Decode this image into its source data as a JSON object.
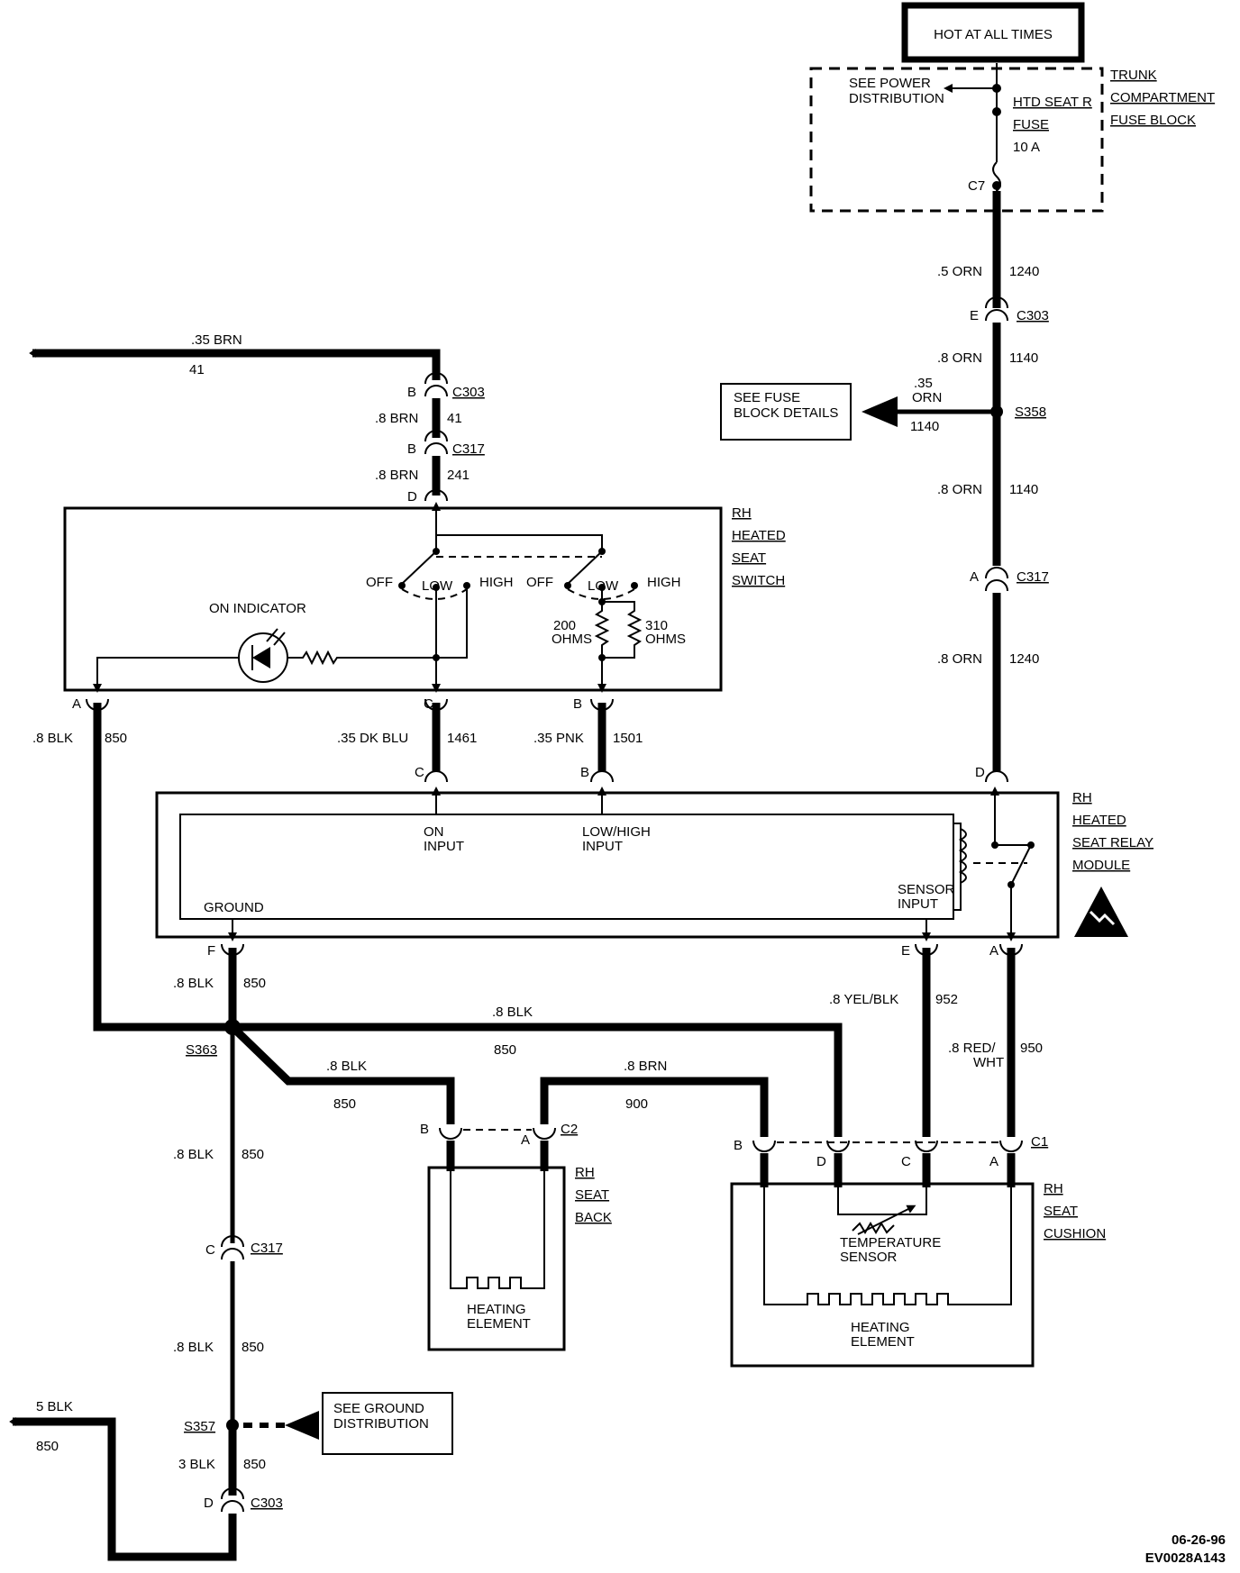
{
  "labels": {
    "hot": "HOT AT ALL TIMES",
    "trunk": [
      "TRUNK",
      "COMPARTMENT",
      "FUSE BLOCK"
    ],
    "see_power": [
      "SEE POWER",
      "DISTRIBUTION"
    ],
    "fuse": [
      "HTD SEAT R",
      "FUSE",
      "10 A"
    ],
    "c7": "C7",
    "see_fuse": [
      "SEE FUSE",
      "BLOCK DETAILS"
    ],
    "see_ground": [
      "SEE GROUND",
      "DISTRIBUTION"
    ],
    "switch": [
      "RH",
      "HEATED",
      "SEAT",
      "SWITCH"
    ],
    "relay": [
      "RH",
      "HEATED",
      "SEAT RELAY",
      "MODULE"
    ],
    "on_indicator": "ON INDICATOR",
    "off": "OFF",
    "low": "LOW",
    "high": "HIGH",
    "r200": [
      "200",
      "OHMS"
    ],
    "r310": [
      "310",
      "OHMS"
    ],
    "on_input": [
      "ON",
      "INPUT"
    ],
    "lowhigh_input": [
      "LOW/HIGH",
      "INPUT"
    ],
    "ground": "GROUND",
    "sensor_input": [
      "SENSOR",
      "INPUT"
    ],
    "seat_back": [
      "RH",
      "SEAT",
      "BACK"
    ],
    "seat_cushion": [
      "RH",
      "SEAT",
      "CUSHION"
    ],
    "heating_element": [
      "HEATING",
      "ELEMENT"
    ],
    "temp_sensor": [
      "TEMPERATURE",
      "SENSOR"
    ],
    "date": "06-26-96",
    "code": "EV0028A143"
  },
  "connectors": {
    "c303": "C303",
    "c317": "C317",
    "c2": "C2",
    "c1": "C1",
    "s358": "S358",
    "s363": "S363",
    "s357": "S357",
    "a": "A",
    "b": "B",
    "c": "C",
    "d": "D",
    "e": "E",
    "f": "F"
  },
  "wires": {
    "w1240_top": {
      "gauge": ".5 ORN",
      "circuit": "1240"
    },
    "w1140_a": {
      "gauge": ".8 ORN",
      "circuit": "1140"
    },
    "w1140_tap": {
      "gauge": ".35\nORN",
      "circuit": "1140"
    },
    "w1140_b": {
      "gauge": ".8 ORN",
      "circuit": "1140"
    },
    "w1240_bot": {
      "gauge": ".8 ORN",
      "circuit": "1240"
    },
    "w41_top": {
      "gauge": ".35 BRN",
      "circuit": "41"
    },
    "w41": {
      "gauge": ".8 BRN",
      "circuit": "41"
    },
    "w241": {
      "gauge": ".8 BRN",
      "circuit": "241"
    },
    "w850_sw": {
      "gauge": ".8 BLK",
      "circuit": "850"
    },
    "w1461": {
      "gauge": ".35 DK BLU",
      "circuit": "1461"
    },
    "w1501": {
      "gauge": ".35 PNK",
      "circuit": "1501"
    },
    "w850_gnd": {
      "gauge": ".8 BLK",
      "circuit": "850"
    },
    "w850_cush": {
      "gauge": ".8 BLK",
      "circuit": "850"
    },
    "w850_back": {
      "gauge": ".8 BLK",
      "circuit": "850"
    },
    "w900": {
      "gauge": ".8 BRN",
      "circuit": "900"
    },
    "w952": {
      "gauge": ".8 YEL/BLK",
      "circuit": "952"
    },
    "w950": {
      "gauge": ".8 RED/\nWHT",
      "circuit": "950"
    },
    "w850_down1": {
      "gauge": ".8 BLK",
      "circuit": "850"
    },
    "w850_down2": {
      "gauge": ".8 BLK",
      "circuit": "850"
    },
    "w850_left": {
      "gauge": "5 BLK",
      "circuit": "850"
    },
    "w850_down3": {
      "gauge": "3 BLK",
      "circuit": "850"
    }
  }
}
